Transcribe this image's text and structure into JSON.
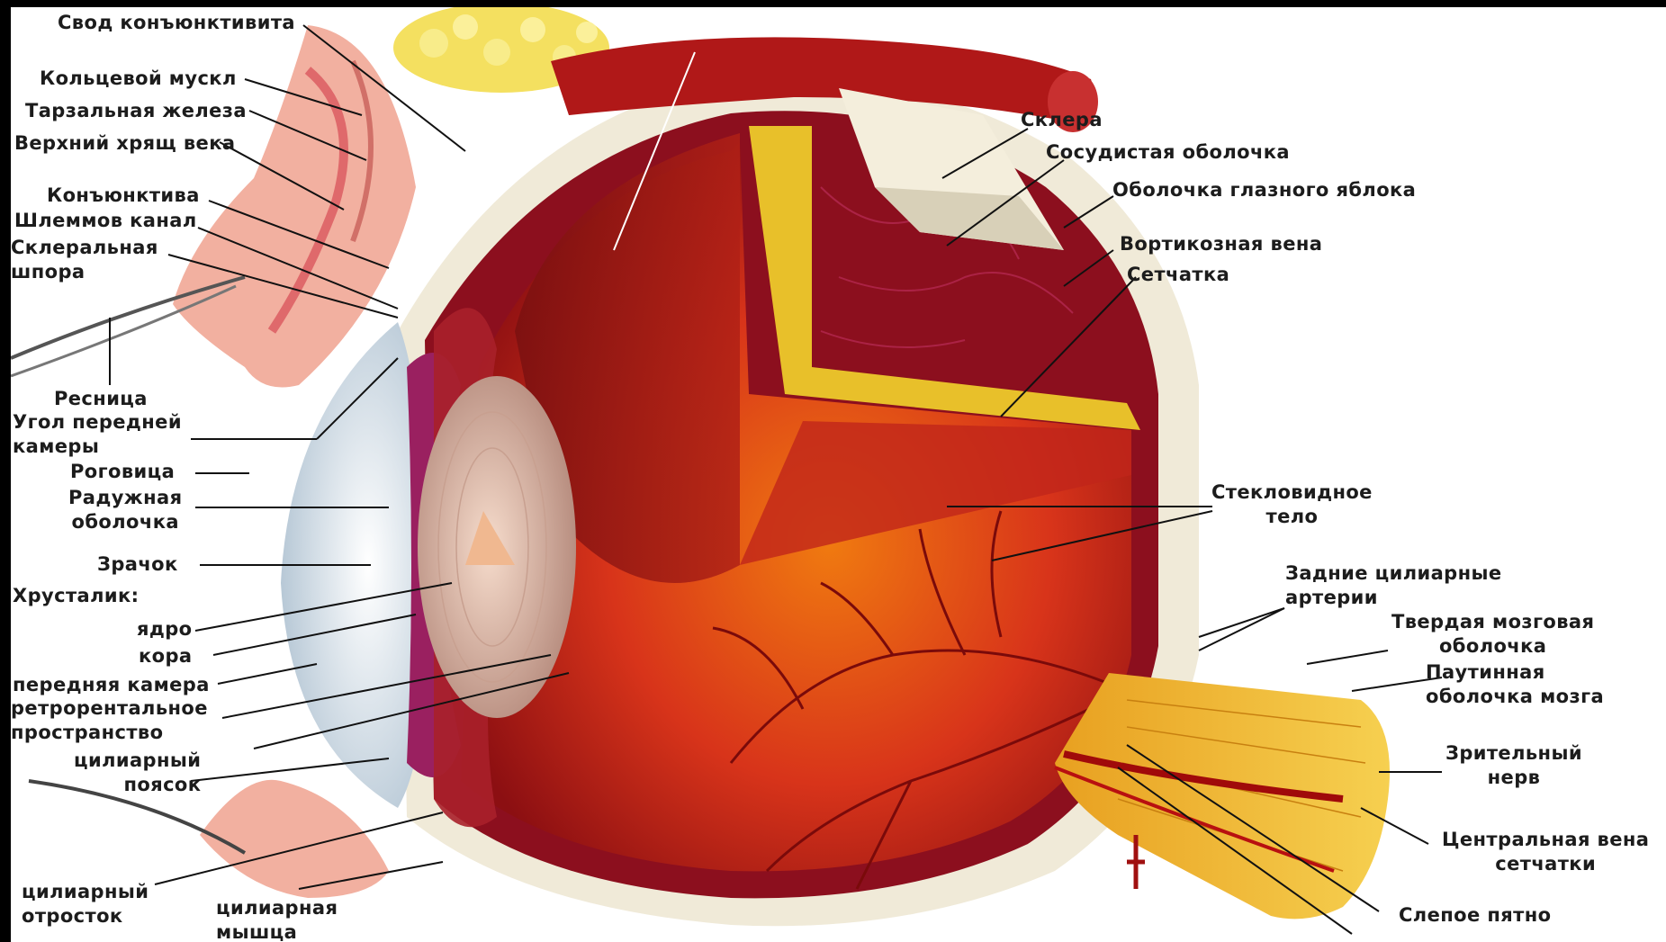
{
  "colors": {
    "frame": "#000000",
    "background": "#ffffff",
    "label_text": "#1c1c1c",
    "sclera": "#f0ead8",
    "choroid": "#8c0f1e",
    "retina": "#e8c02a",
    "vitreous": "#d8341a",
    "lens": "#e4c8b4",
    "cornea": "#dfe8ee",
    "optic_nerve": "#f0b830",
    "eyelid": "#f2b0a0",
    "fat": "#f4e060",
    "muscle": "#b01818"
  },
  "labels": {
    "conj_fornix": "Свод конъюнктивита",
    "orbicular_muscle": "Кольцевой мускл",
    "tarsal_gland": "Тарзальная железа",
    "upper_tarsus": "Верхний хрящ века",
    "conjunctiva": "Конъюнктива",
    "schlemm_canal": "Шлеммов канал",
    "scleral_spur_1": "Склеральная",
    "scleral_spur_2": "шпора",
    "eyelash": "Ресница",
    "angle_1": "Угол передней",
    "angle_2": "камеры",
    "cornea": "Роговица",
    "iris_1": "Радужная",
    "iris_2": "оболочка",
    "pupil": "Зрачок",
    "lens_title": "Хрусталик:",
    "nucleus": "ядро",
    "cortex": "кора",
    "anterior_chamber": "передняя камера",
    "retrolental_1": "ретрорентальное",
    "retrolental_2": "пространство",
    "zonule_1": "цилиарный",
    "zonule_2": "поясок",
    "ciliary_process_1": "цилиарный",
    "ciliary_process_2": "отросток",
    "ciliary_muscle_1": "цилиарная",
    "ciliary_muscle_2": "мышца",
    "sclera": "Склера",
    "choroid": "Сосудистая оболочка",
    "globe_coat": "Оболочка глазного яблока",
    "vortex_vein": "Вортикозная вена",
    "retina": "Сетчатка",
    "vitreous_1": "Стекловидное",
    "vitreous_2": "тело",
    "post_ciliary_1": "Задние цилиарные",
    "post_ciliary_2": "артерии",
    "dura_1": "Твердая мозговая",
    "dura_2": "оболочка",
    "arachnoid_1": "Паутинная",
    "arachnoid_2": "оболочка мозга",
    "optic_nerve_1": "Зрительный",
    "optic_nerve_2": "нерв",
    "central_vein_1": "Центральная вена",
    "central_vein_2": "сетчатки",
    "blind_spot": "Слепое пятно"
  }
}
